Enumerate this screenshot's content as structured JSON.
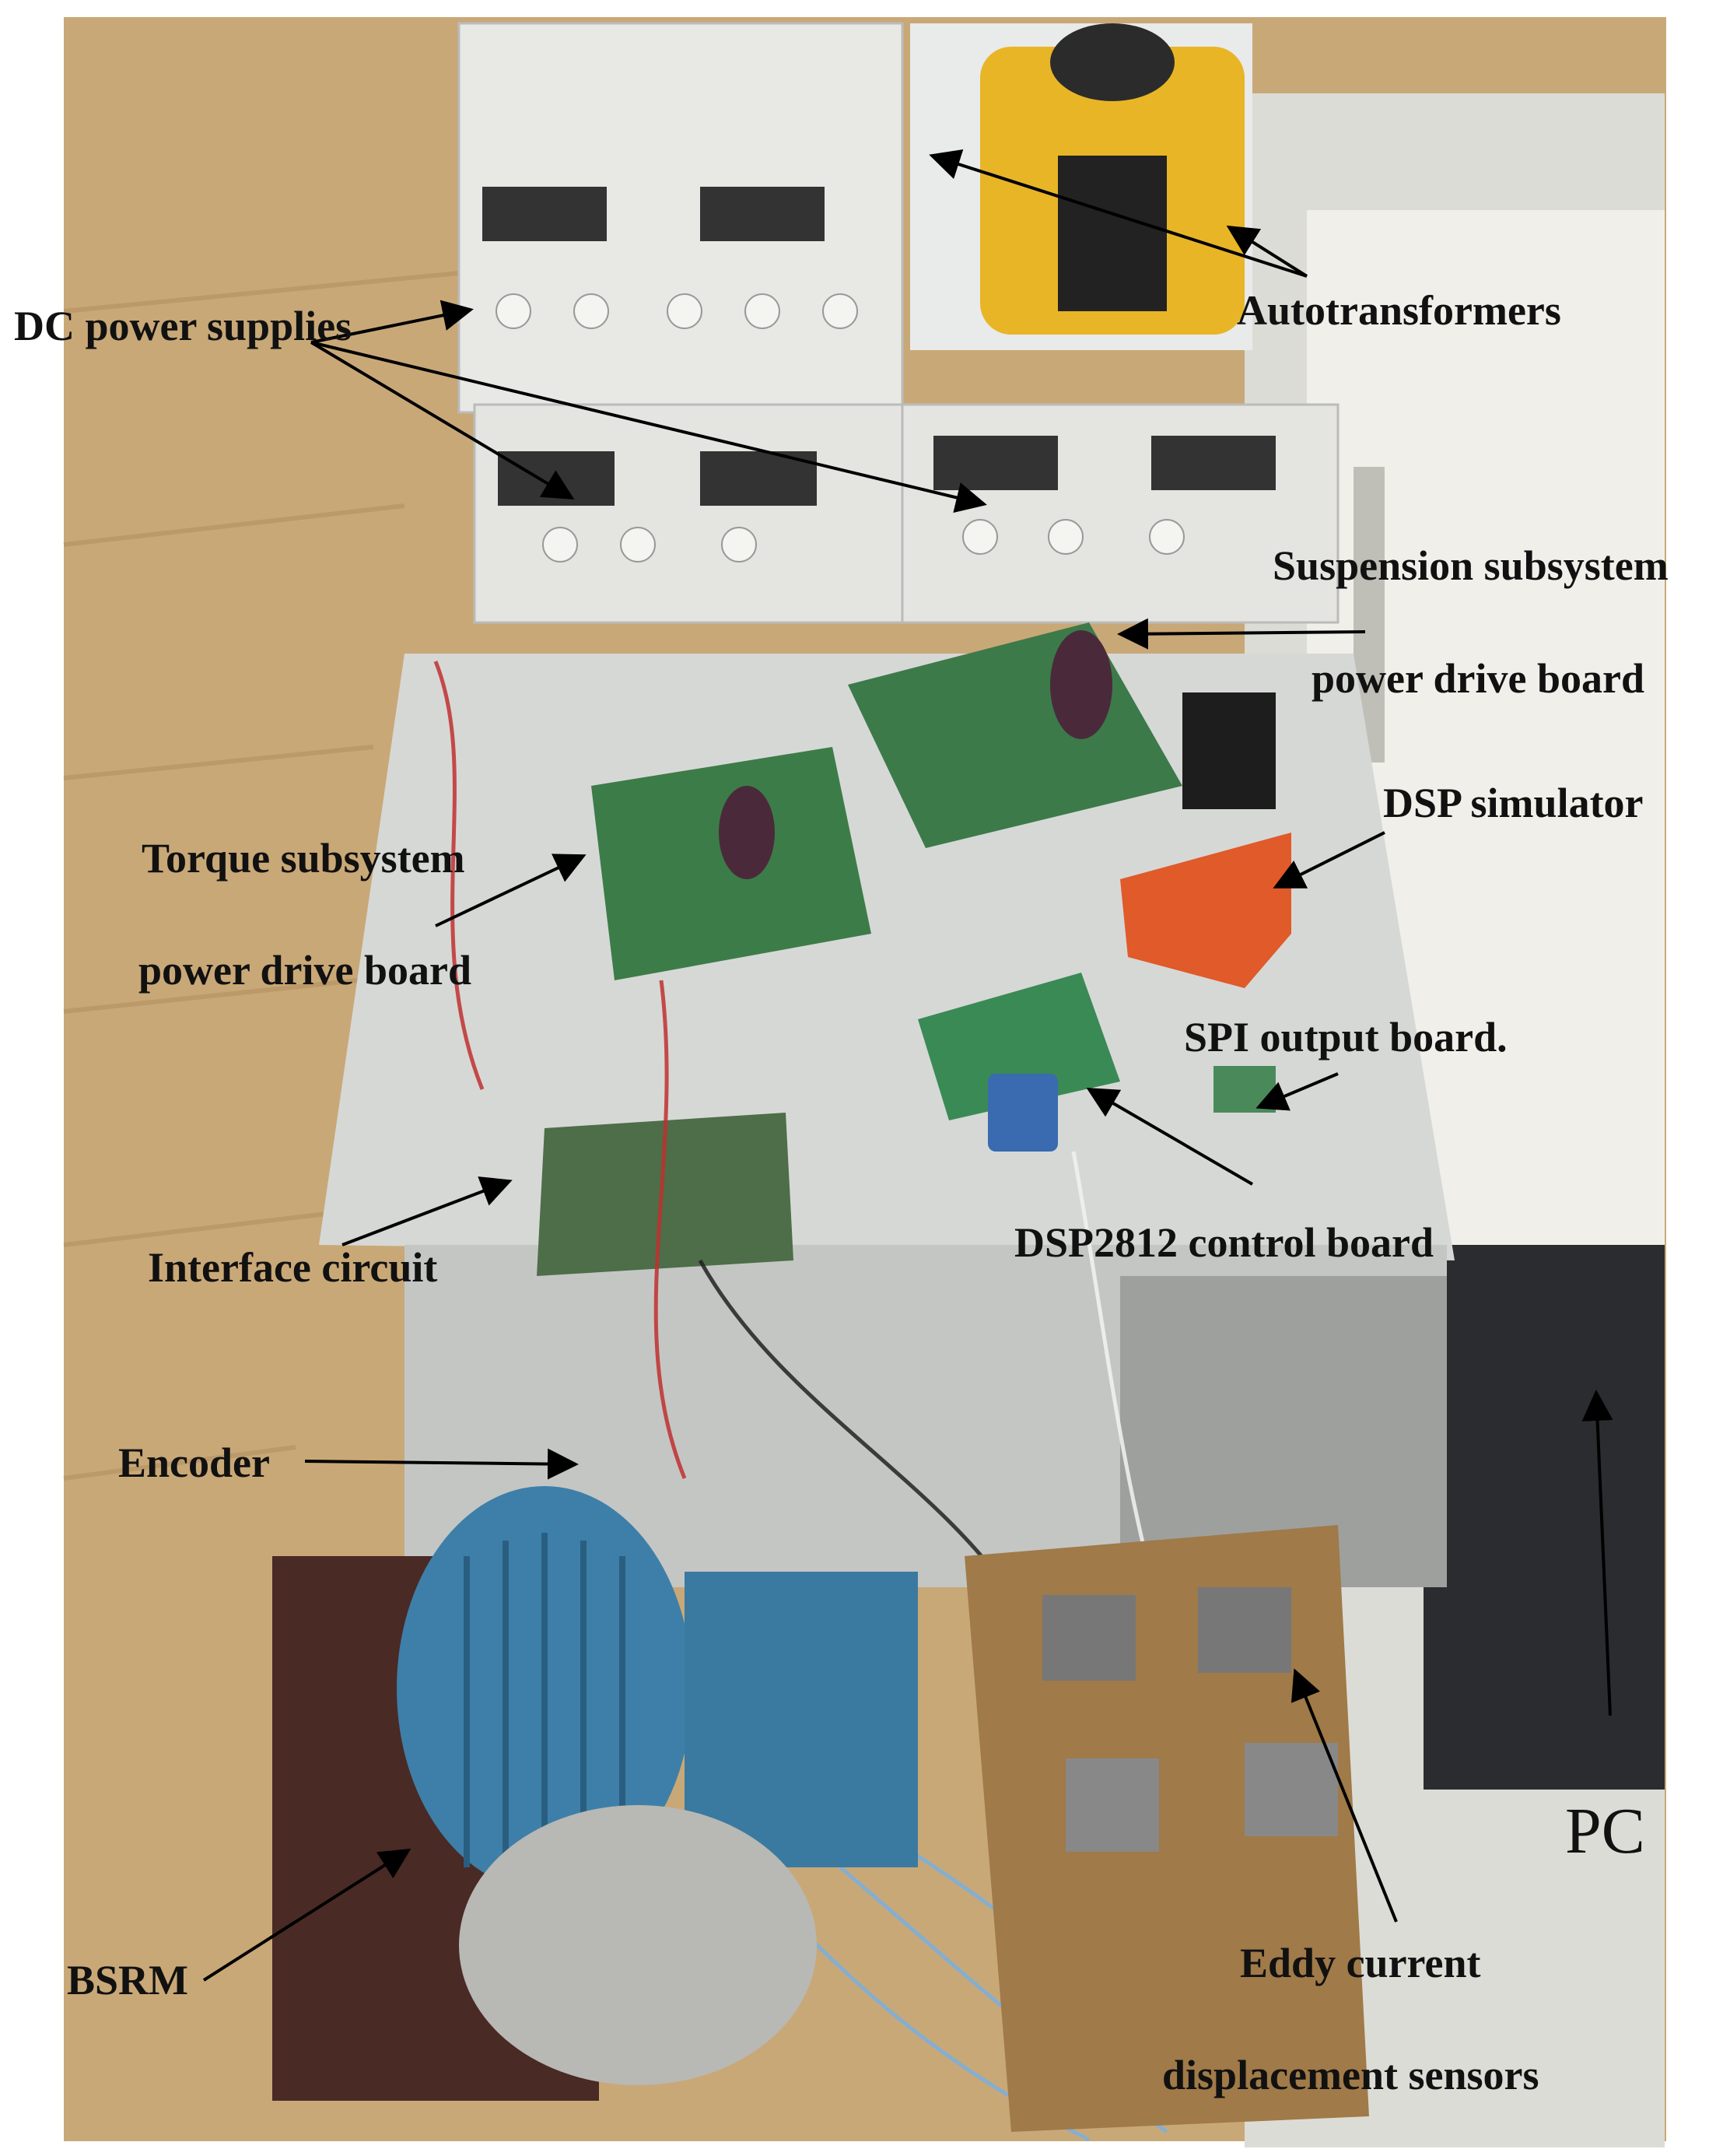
{
  "labels": {
    "dc_power_supplies": "DC power supplies",
    "autotransformers": "Autotransformers",
    "suspension_line1": "Suspension subsystem",
    "suspension_line2": "power drive board",
    "dsp_simulator": "DSP simulator",
    "torque_line1": "Torque subsystem",
    "torque_line2": "power drive board",
    "spi_output_board": "SPI output board.",
    "interface_circuit": "Interface circuit",
    "dsp2812_control_board": "DSP2812 control board",
    "encoder": "Encoder",
    "pc": "PC",
    "bsrm": "BSRM",
    "eddy_line1": "Eddy current",
    "eddy_line2": "displacement sensors"
  }
}
